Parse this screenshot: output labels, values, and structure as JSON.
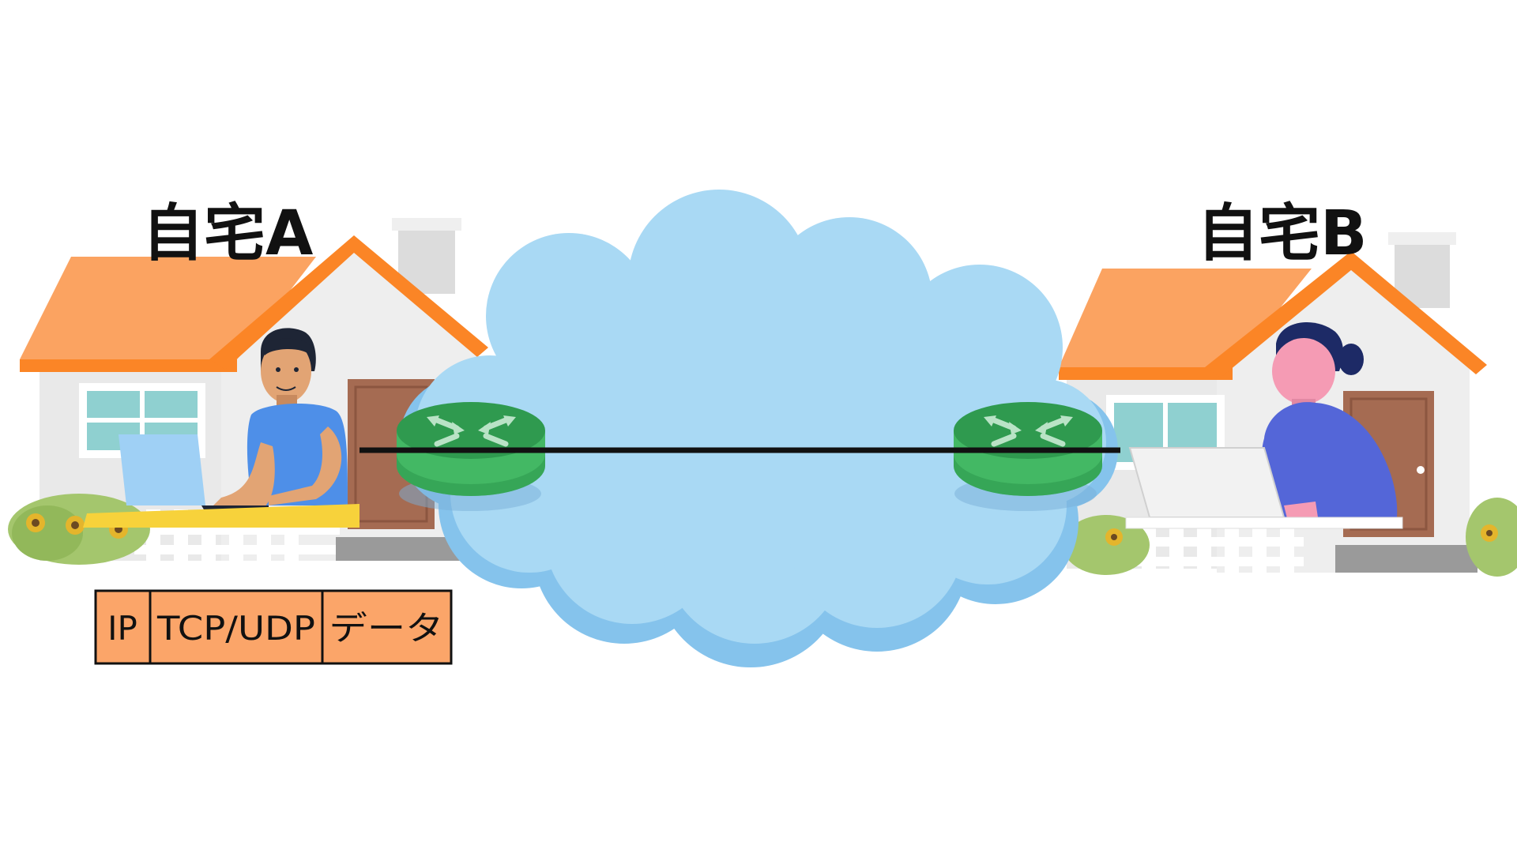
{
  "houses": {
    "a": {
      "label": "自宅A"
    },
    "b": {
      "label": "自宅B"
    }
  },
  "packet": {
    "segments": [
      "IP",
      "TCP/UDP",
      "データ"
    ]
  },
  "colors": {
    "roof": "#fba361",
    "roof_edge": "#fb8526",
    "wall": "#e9e9e9",
    "door": "#a56b52",
    "cloud": "#a9d9f4",
    "cloud_shadow": "#85c3ec",
    "router_top": "#2f9a4f",
    "router_side": "#43b864",
    "packet_fill": "#fba569",
    "link": "#111111"
  },
  "icons": [
    "house",
    "person-laptop",
    "cloud",
    "router-icon",
    "router-icon"
  ]
}
